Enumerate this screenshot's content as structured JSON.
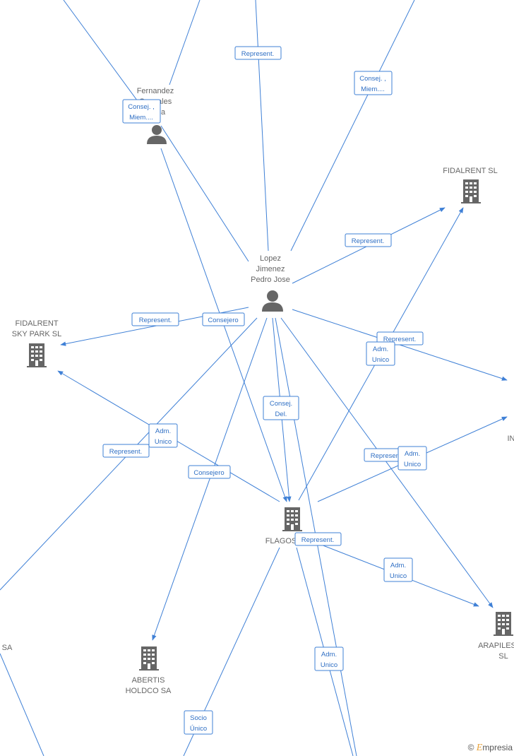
{
  "nodes": [
    {
      "id": "fernandez",
      "type": "person",
      "label": [
        "Fernandez",
        "Gonzales",
        "Sonia"
      ]
    },
    {
      "id": "lopez",
      "type": "person",
      "label": [
        "Lopez",
        "Jimenez",
        "Pedro Jose"
      ]
    },
    {
      "id": "fidalrent_sl",
      "type": "company",
      "label": [
        "FIDALRENT  SL"
      ]
    },
    {
      "id": "fidalrent_sky",
      "type": "company",
      "label": [
        "FIDALRENT",
        "SKY PARK  SL"
      ]
    },
    {
      "id": "flagos",
      "type": "company",
      "label": [
        "FLAGOS"
      ]
    },
    {
      "id": "abertis",
      "type": "company",
      "label": [
        "ABERTIS",
        "HOLDCO SA"
      ]
    },
    {
      "id": "arapiles",
      "type": "company",
      "label": [
        "ARAPILES",
        "SL"
      ]
    },
    {
      "id": "in_partial",
      "type": "company",
      "label": [
        "IN"
      ]
    },
    {
      "id": "sa_partial",
      "type": "company",
      "label": [
        "SA"
      ]
    }
  ],
  "relations": [
    {
      "id": "r1",
      "lines": [
        "Represent."
      ]
    },
    {
      "id": "r2",
      "lines": [
        "Consej. ,",
        "Miem...."
      ]
    },
    {
      "id": "r3",
      "lines": [
        "Consej. ,",
        "Miem...."
      ]
    },
    {
      "id": "r4",
      "lines": [
        "Represent."
      ]
    },
    {
      "id": "r5",
      "lines": [
        "Represent."
      ]
    },
    {
      "id": "r6",
      "lines": [
        "Consejero"
      ]
    },
    {
      "id": "r7",
      "lines": [
        "Represent."
      ]
    },
    {
      "id": "r8",
      "lines": [
        "Adm.",
        "Unico"
      ]
    },
    {
      "id": "r9",
      "lines": [
        "Consej.",
        "Del."
      ]
    },
    {
      "id": "r10",
      "lines": [
        "Adm.",
        "Unico"
      ]
    },
    {
      "id": "r11",
      "lines": [
        "Represent."
      ]
    },
    {
      "id": "r12",
      "lines": [
        "Consejero"
      ]
    },
    {
      "id": "r13",
      "lines": [
        "Represent."
      ]
    },
    {
      "id": "r14",
      "lines": [
        "Adm.",
        "Unico"
      ]
    },
    {
      "id": "r15",
      "lines": [
        "Represent."
      ]
    },
    {
      "id": "r16",
      "lines": [
        "Adm.",
        "Unico"
      ]
    },
    {
      "id": "r17",
      "lines": [
        "Adm.",
        "Unico"
      ]
    },
    {
      "id": "r18",
      "lines": [
        "Socio",
        "Único"
      ]
    }
  ],
  "watermark": {
    "symbol": "©",
    "brand_initial": "E",
    "brand_rest": "mpresia"
  },
  "colors": {
    "edge": "#3f80d6",
    "icon": "#666666",
    "label": "#666666"
  }
}
